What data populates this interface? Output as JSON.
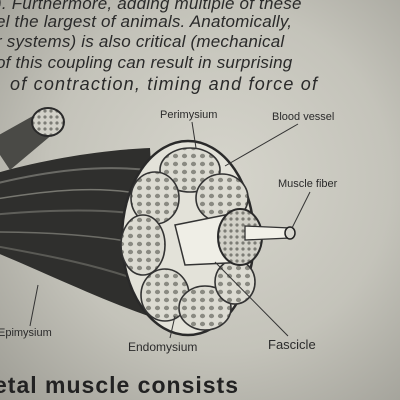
{
  "text": {
    "line1": "). Furthermore, adding multiple of these",
    "line2": "el the largest of animals. Anatomically,",
    "line3": "r systems) is also critical (mechanical",
    "line4": "of this coupling can result in surprising",
    "line5": "of contraction, timing and force of",
    "bottom": "etal muscle consists"
  },
  "labels": {
    "perimysium": "Perimysium",
    "blood_vessel": "Blood vessel",
    "muscle_fiber": "Muscle fiber",
    "epimysium": "Epimysium",
    "endomysium": "Endomysium",
    "fascicle": "Fascicle"
  }
}
